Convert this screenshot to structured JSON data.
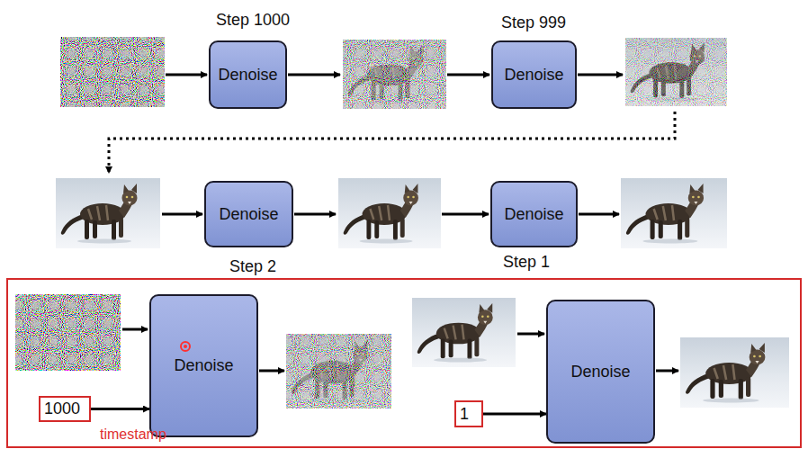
{
  "diagram": {
    "nodes": [
      {
        "text": [
          "Denoise"
        ]
      },
      {
        "text": [
          "Denoise"
        ]
      },
      {
        "text": [
          "Denoise"
        ]
      },
      {
        "text": [
          "Denoise"
        ]
      },
      {
        "text": [
          "Denoise"
        ]
      },
      {
        "text": [
          "1000"
        ]
      },
      {
        "text": [
          "Denoise"
        ]
      },
      {
        "text": [
          "1"
        ]
      }
    ],
    "edges": [
      {
        "from": 5,
        "to": 4,
        "arrow": "to"
      },
      {
        "from": 7,
        "to": 6,
        "arrow": "to"
      }
    ],
    "labels": [
      "Step 1000",
      "Step 999",
      "Step 2",
      "Step 1",
      "timestamp"
    ]
  }
}
